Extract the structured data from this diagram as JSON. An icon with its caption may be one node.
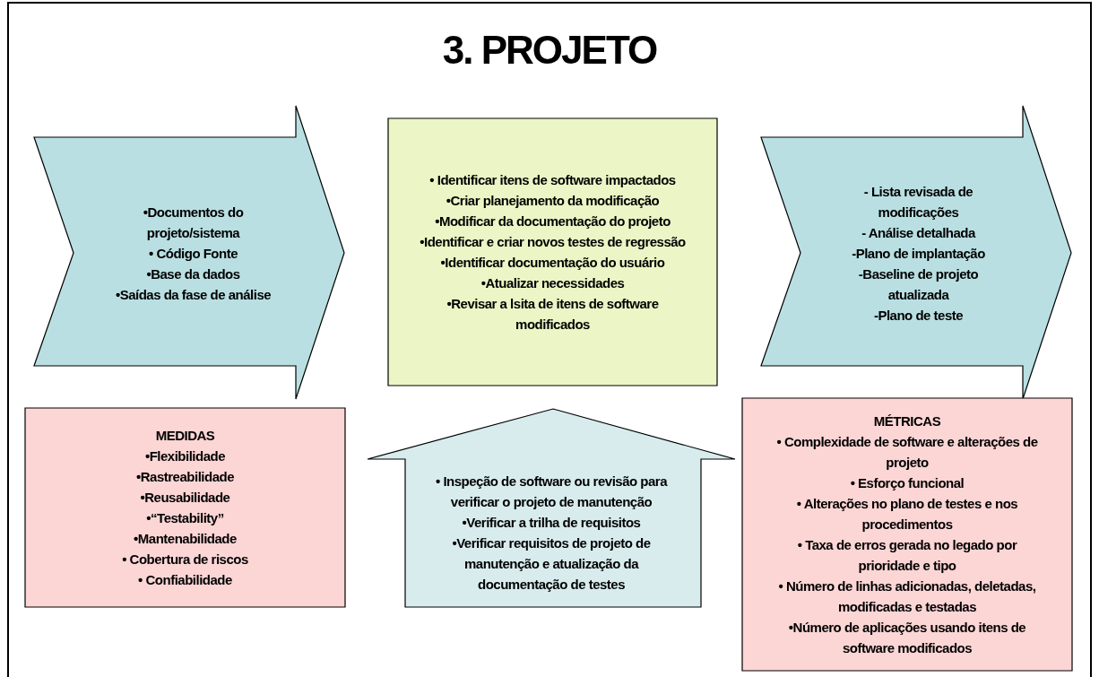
{
  "diagram": {
    "title": "3. PROJETO",
    "nodes": [
      {
        "text": [
          "•Documentos do projeto/sistema",
          "• Código Fonte",
          "•Base da dados",
          "•Saídas da fase de análise"
        ]
      },
      {
        "text": [
          "• Identificar itens de software impactados",
          "•Criar planejamento da modificação",
          "•Modificar da documentação do projeto",
          "•Identificar e criar novos testes de regressão",
          "•Identificar documentação do usuário",
          "•Atualizar necessidades",
          "•Revisar a lsita de itens de software modificados"
        ]
      },
      {
        "text": [
          "- Lista revisada de modificações",
          "- Análise detalhada",
          "-Plano de implantação",
          "-Baseline de projeto atualizada",
          "-Plano de teste"
        ]
      },
      {
        "text": [
          "MEDIDAS",
          "•Flexibilidade",
          "•Rastreabilidade",
          "•Reusabilidade",
          "•“Testability”",
          "•Mantenabilidade",
          "• Cobertura de riscos",
          "• Confiabilidade"
        ]
      },
      {
        "text": [
          "• Inspeção de software ou revisão para verificar o projeto de manutenção",
          "•Verificar a trilha de requisitos",
          "•Verificar requisitos de projeto de manutenção e atualização da documentação de testes"
        ]
      },
      {
        "text": [
          "MÉTRICAS",
          "• Complexidade de software e alterações de projeto",
          "• Esforço funcional",
          "• Alterações no plano de testes e nos procedimentos",
          "• Taxa de erros gerada no legado por prioridade e tipo",
          "• Número de linhas adicionadas, deletadas, modificadas e testadas",
          "•Número de aplicações usando itens de software modificados"
        ]
      }
    ]
  }
}
